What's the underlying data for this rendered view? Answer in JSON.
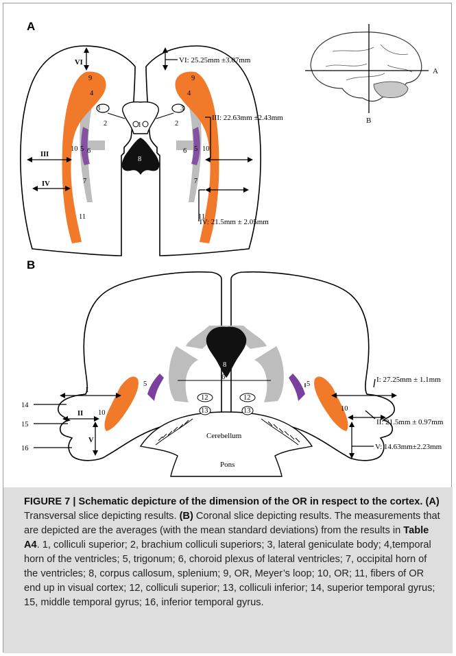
{
  "panel_a": {
    "letter": "A",
    "measurements": {
      "vi": "VI: 25.25mm ±3.07mm",
      "iii": "III: 22.63mm ±2.43mm",
      "iv": "IV: 21.5mm ± 2.05mm"
    },
    "roman_labels": {
      "vi": "VI",
      "iii": "III",
      "iv": "IV"
    },
    "brain_inset_labels": {
      "a": "A",
      "b": "B"
    },
    "structure_numbers": [
      "1",
      "2",
      "3",
      "4",
      "5",
      "6",
      "7",
      "8",
      "9",
      "10",
      "11"
    ]
  },
  "panel_b": {
    "letter": "B",
    "measurements": {
      "i": "I: 27.25mm ± 1.1mm",
      "ii": "II: 21.5mm ± 0.97mm",
      "v": "V: 14.63mm±2.23mm"
    },
    "roman_labels": {
      "i": "I",
      "ii": "II",
      "v": "V"
    },
    "gyrus_numbers": {
      "g14": "14",
      "g15": "15",
      "g16": "16"
    },
    "region_labels": {
      "cerebellum": "Cerebellum",
      "pons": "Pons"
    },
    "structure_numbers": {
      "n5": "5",
      "n6": "6",
      "n8": "8",
      "n10": "10",
      "n12": "12",
      "n13": "13"
    }
  },
  "caption": {
    "title": "FIGURE 7 | Schematic depicture of the dimension of the OR in respect to the cortex.",
    "part_a_label": "(A)",
    "part_a_text": " Transversal slice depicting results. ",
    "part_b_label": "(B)",
    "part_b_text": " Coronal slice depicting results. The measurements that are depicted are the averages (with the mean standard deviations) from the results in ",
    "table_ref": "Table A4",
    "legend_text": ". 1, colliculi superior; 2, brachium colliculi superiors; 3, lateral geniculate body; 4,temporal horn of the ventricles; 5, trigonum; 6, choroid plexus of lateral ventricles; 7, occipital horn of the ventricles; 8, corpus callosum, splenium; 9, OR, Meyer’s loop; 10, OR; 11, fibers of OR end up in visual cortex; 12, colliculi superior; 13, colliculi inferior; 14, superior temporal gyrus; 15, middle temporal gyrus; 16, inferior temporal gyrus."
  },
  "colors": {
    "optic_radiation": "#f07a2a",
    "ventricle_gray": "#bcbcbc",
    "plexus_purple": "#7b3f9e",
    "plexus_red": "#c83a5a",
    "splenium": "#111111",
    "caption_bg": "#dedede"
  }
}
